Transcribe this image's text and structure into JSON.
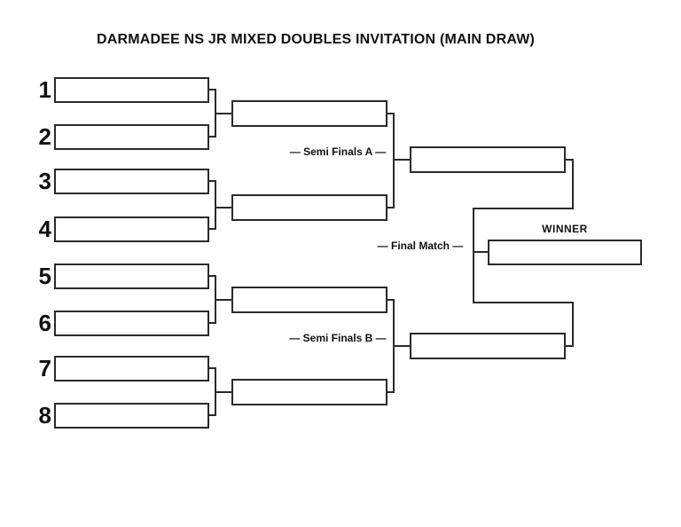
{
  "title": "DARMADEE NS JR MIXED DOUBLES INVITATION (MAIN DRAW)",
  "seeds": [
    "1",
    "2",
    "3",
    "4",
    "5",
    "6",
    "7",
    "8"
  ],
  "labels": {
    "semi_finals_a": "— Semi Finals A —",
    "semi_finals_b": "— Semi Finals B —",
    "final_match": "— Final Match —",
    "winner": "WINNER"
  },
  "slots": {
    "entrants": [
      "",
      "",
      "",
      "",
      "",
      "",
      "",
      ""
    ],
    "quarterfinal_winners": [
      "",
      "",
      "",
      ""
    ],
    "semifinal_winners": [
      "",
      ""
    ],
    "champion": ""
  },
  "colors": {
    "background": "#ffffff",
    "line": "#2a2a2a",
    "text": "#111111"
  }
}
